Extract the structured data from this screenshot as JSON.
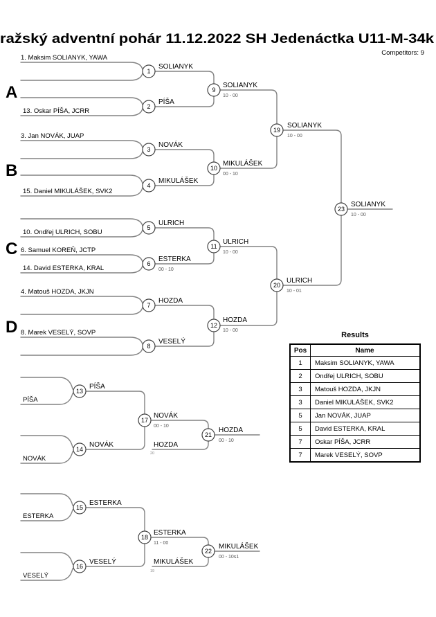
{
  "header": {
    "title": "ražský adventní pohár  11.12.2022  SH Jedenáctka   U11-M-34k",
    "competitors": "Competitors: 9"
  },
  "groups": {
    "a": "A",
    "b": "B",
    "c": "C",
    "d": "D"
  },
  "seeds": {
    "s1": "1. Maksim SOLIANYK, YAWA",
    "s13": "13. Oskar PÍŠA, JCRR",
    "s3": "3. Jan NOVÁK, JUAP",
    "s15": "15. Daniel MIKULÁŠEK, SVK2",
    "s10": "10. Ondřej ULRICH, SOBU",
    "s6": "6. Samuel KOREŇ, JCTP",
    "s14": "14. David ESTERKA, KRAL",
    "s4": "4. Matouš HOZDA, JKJN",
    "s8": "8. Marek VESELÝ, SOVP"
  },
  "matches": {
    "m1": {
      "no": "1",
      "winner": "SOLIANYK"
    },
    "m2": {
      "no": "2",
      "winner": "PÍŠA"
    },
    "m3": {
      "no": "3",
      "winner": "NOVÁK"
    },
    "m4": {
      "no": "4",
      "winner": "MIKULÁŠEK"
    },
    "m5": {
      "no": "5",
      "winner": "ULRICH"
    },
    "m6": {
      "no": "6",
      "winner": "ESTERKA",
      "score": "00 - 10"
    },
    "m7": {
      "no": "7",
      "winner": "HOZDA"
    },
    "m8": {
      "no": "8",
      "winner": "VESELÝ"
    },
    "m9": {
      "no": "9",
      "winner": "SOLIANYK",
      "score": "10 - 00"
    },
    "m10": {
      "no": "10",
      "winner": "MIKULÁŠEK",
      "score": "00 - 10"
    },
    "m11": {
      "no": "11",
      "winner": "ULRICH",
      "score": "10 - 00"
    },
    "m12": {
      "no": "12",
      "winner": "HOZDA",
      "score": "10 - 00"
    },
    "m13": {
      "no": "13",
      "winner": "PÍŠA",
      "entrant": "PÍŠA"
    },
    "m14": {
      "no": "14",
      "winner": "NOVÁK",
      "entrant": "NOVÁK"
    },
    "m15": {
      "no": "15",
      "winner": "ESTERKA",
      "entrant": "ESTERKA"
    },
    "m16": {
      "no": "16",
      "winner": "VESELÝ",
      "entrant": "VESELÝ"
    },
    "m17": {
      "no": "17",
      "winner": "NOVÁK",
      "score": "00 - 10"
    },
    "m18": {
      "no": "18",
      "winner": "ESTERKA",
      "score": "11 - 00"
    },
    "m19": {
      "no": "19",
      "winner": "SOLIANYK",
      "score": "10 - 00"
    },
    "m20": {
      "no": "20",
      "winner": "ULRICH",
      "score": "10 - 01"
    },
    "m21": {
      "no": "21",
      "winner": "HOZDA",
      "score": "00 - 10",
      "feeder": "HOZDA",
      "feeder_from": "20"
    },
    "m22": {
      "no": "22",
      "winner": "MIKULÁŠEK",
      "score": "00 - 10s1",
      "feeder": "MIKULÁŠEK",
      "feeder_from": "19"
    },
    "m23": {
      "no": "23",
      "winner": "SOLIANYK",
      "score": "10 - 00"
    }
  },
  "results": {
    "title": "Results",
    "columns": [
      "Pos",
      "Name"
    ],
    "rows": [
      {
        "pos": "1",
        "name": "Maksim SOLIANYK, YAWA"
      },
      {
        "pos": "2",
        "name": "Ondřej ULRICH, SOBU"
      },
      {
        "pos": "3",
        "name": "Matouš HOZDA, JKJN"
      },
      {
        "pos": "3",
        "name": "Daniel MIKULÁŠEK, SVK2"
      },
      {
        "pos": "5",
        "name": "Jan NOVÁK, JUAP"
      },
      {
        "pos": "5",
        "name": "David ESTERKA, KRAL"
      },
      {
        "pos": "7",
        "name": "Oskar PÍŠA, JCRR"
      },
      {
        "pos": "7",
        "name": "Marek VESELÝ, SOVP"
      }
    ]
  }
}
